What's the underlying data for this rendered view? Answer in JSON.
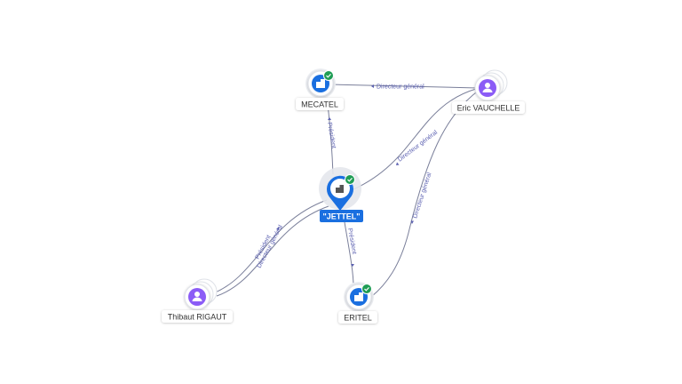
{
  "colors": {
    "company": "#1a6fe0",
    "person": "#8b5cf6",
    "check": "#1f9d55",
    "edge": "#7a7f9a",
    "edge_label": "#5a5fb0"
  },
  "nodes": {
    "jettel": {
      "label": "\"JETTEL\"",
      "type": "company",
      "icon": "building-icon",
      "verified": true
    },
    "mecatel": {
      "label": "MECATEL",
      "type": "company",
      "icon": "building-icon",
      "verified": true
    },
    "eritel": {
      "label": "ERITEL",
      "type": "company",
      "icon": "building-icon",
      "verified": true
    },
    "eric": {
      "label": "Eric VAUCHELLE",
      "type": "person",
      "icon": "person-icon",
      "verified": false
    },
    "thibaut": {
      "label": "Thibaut RIGAUT",
      "type": "person",
      "icon": "person-icon",
      "verified": false
    }
  },
  "edges": {
    "eric_mecatel": "Directeur général",
    "eric_jettel": "Directeur général",
    "eric_eritel": "Directeur général",
    "jettel_mecatel": "Président",
    "jettel_eritel": "Président",
    "thibaut_president": "Président",
    "thibaut_dg": "Directeur général"
  }
}
